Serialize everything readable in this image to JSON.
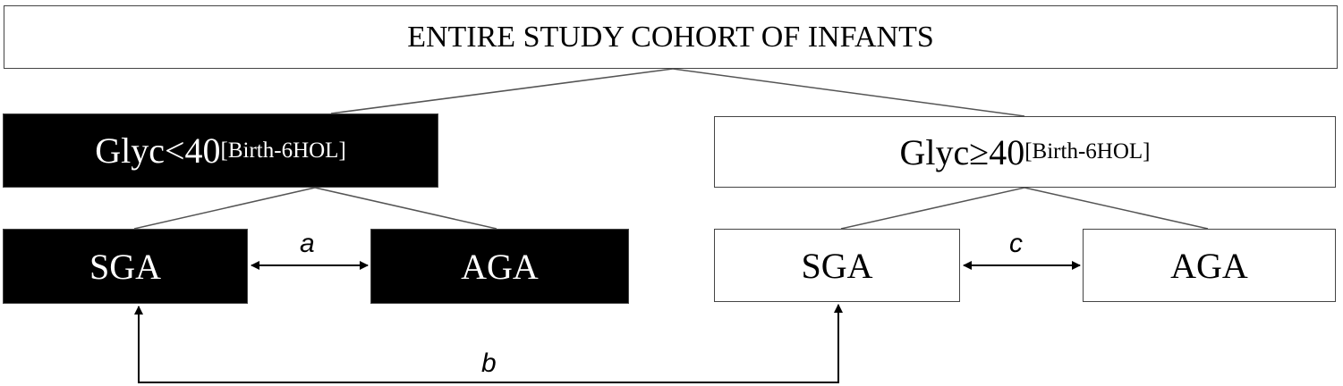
{
  "root": {
    "label": "ENTIRE STUDY COHORT OF INFANTS"
  },
  "left_group": {
    "label": "Glyc<40",
    "superscript": "[Birth-6HOL]",
    "sga": "SGA",
    "aga": "AGA"
  },
  "right_group": {
    "label": "Glyc≥40",
    "superscript": "[Birth-6HOL]",
    "sga": "SGA",
    "aga": "AGA"
  },
  "comparisons": {
    "a": "a",
    "b": "b",
    "c": "c"
  },
  "colors": {
    "dark_fill": "#000000",
    "light_fill": "#ffffff",
    "line": "#444444"
  }
}
